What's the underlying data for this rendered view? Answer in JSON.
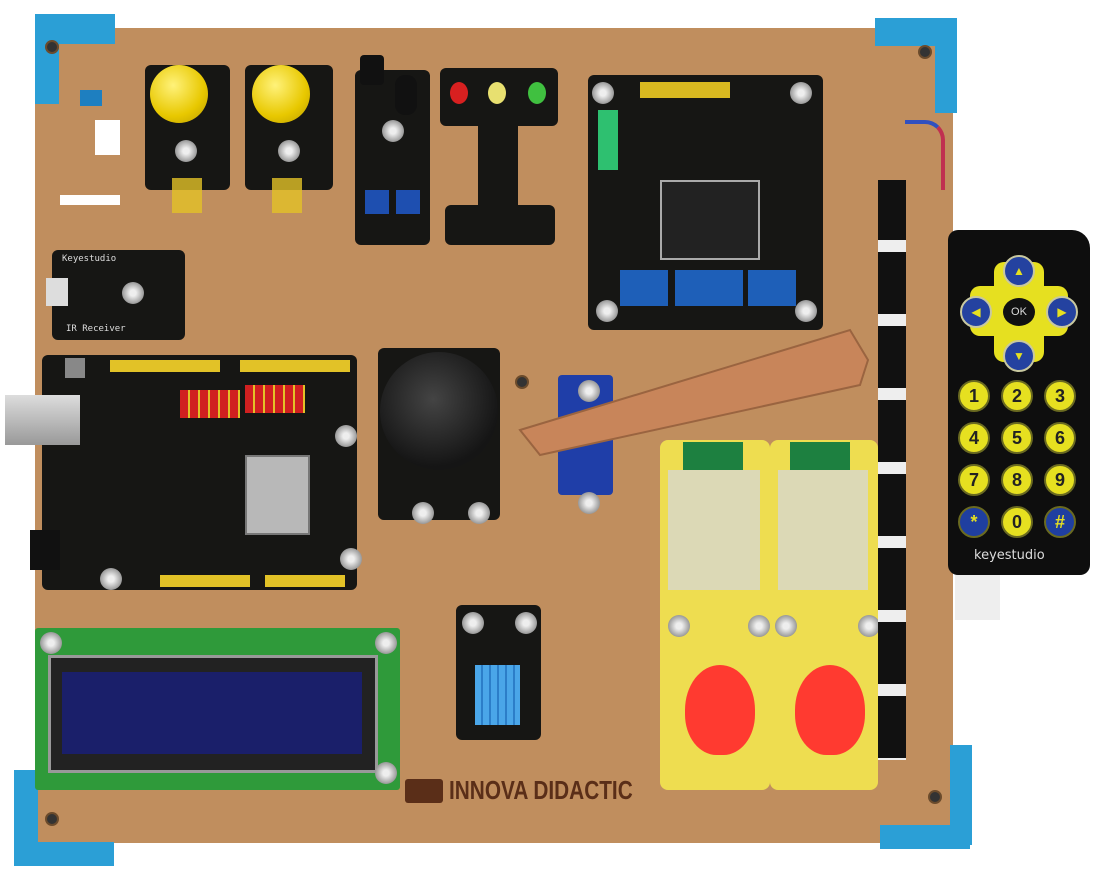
{
  "board": {
    "brand_text": "INNOVA DIDACTIC",
    "color": "#c08e5e",
    "clip_color": "#2b9fd6"
  },
  "ir_receiver": {
    "brand": "Keyestudio",
    "name": "IR Receiver"
  },
  "remote": {
    "ok_label": "OK",
    "arrows": [
      "▲",
      "◀",
      "▶",
      "▼"
    ],
    "keys": [
      "1",
      "2",
      "3",
      "4",
      "5",
      "6",
      "7",
      "8",
      "9",
      "*",
      "0",
      "#"
    ],
    "brand": "keyestudio"
  }
}
